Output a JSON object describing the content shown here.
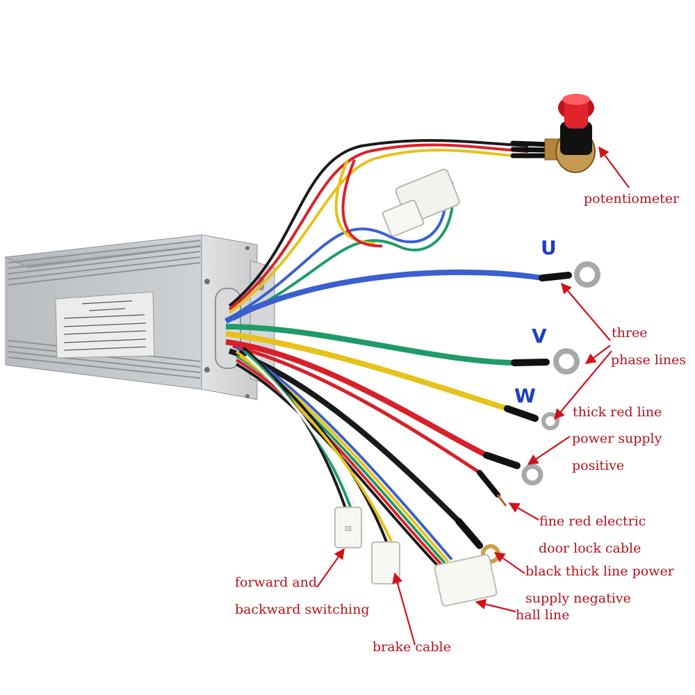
{
  "phase_labels": {
    "u": "U",
    "v": "V",
    "w": "W"
  },
  "labels": {
    "potentiometer": "potentiometer",
    "three": "three",
    "phase_lines": "phase lines",
    "thick_red_line": "thick red line",
    "power_supply": "power supply",
    "positive": "positive",
    "fine_red_electric": "fine red electric",
    "door_lock_cable": "door lock cable",
    "black_thick_line_power": "black thick line power",
    "supply_negative": "supply negative",
    "hall_line": "hall line",
    "forward_and": "forward and",
    "backward_switching": "backward switching",
    "brake_cable": "brake cable"
  },
  "colors": {
    "annotation": "#b3121b",
    "phase_label": "#1f3fbf",
    "wire_u": "#3a5fcf",
    "wire_v": "#1f9a6a",
    "wire_w": "#e6c21a",
    "wire_red": "#d8202a",
    "wire_black": "#1a1a1a"
  }
}
